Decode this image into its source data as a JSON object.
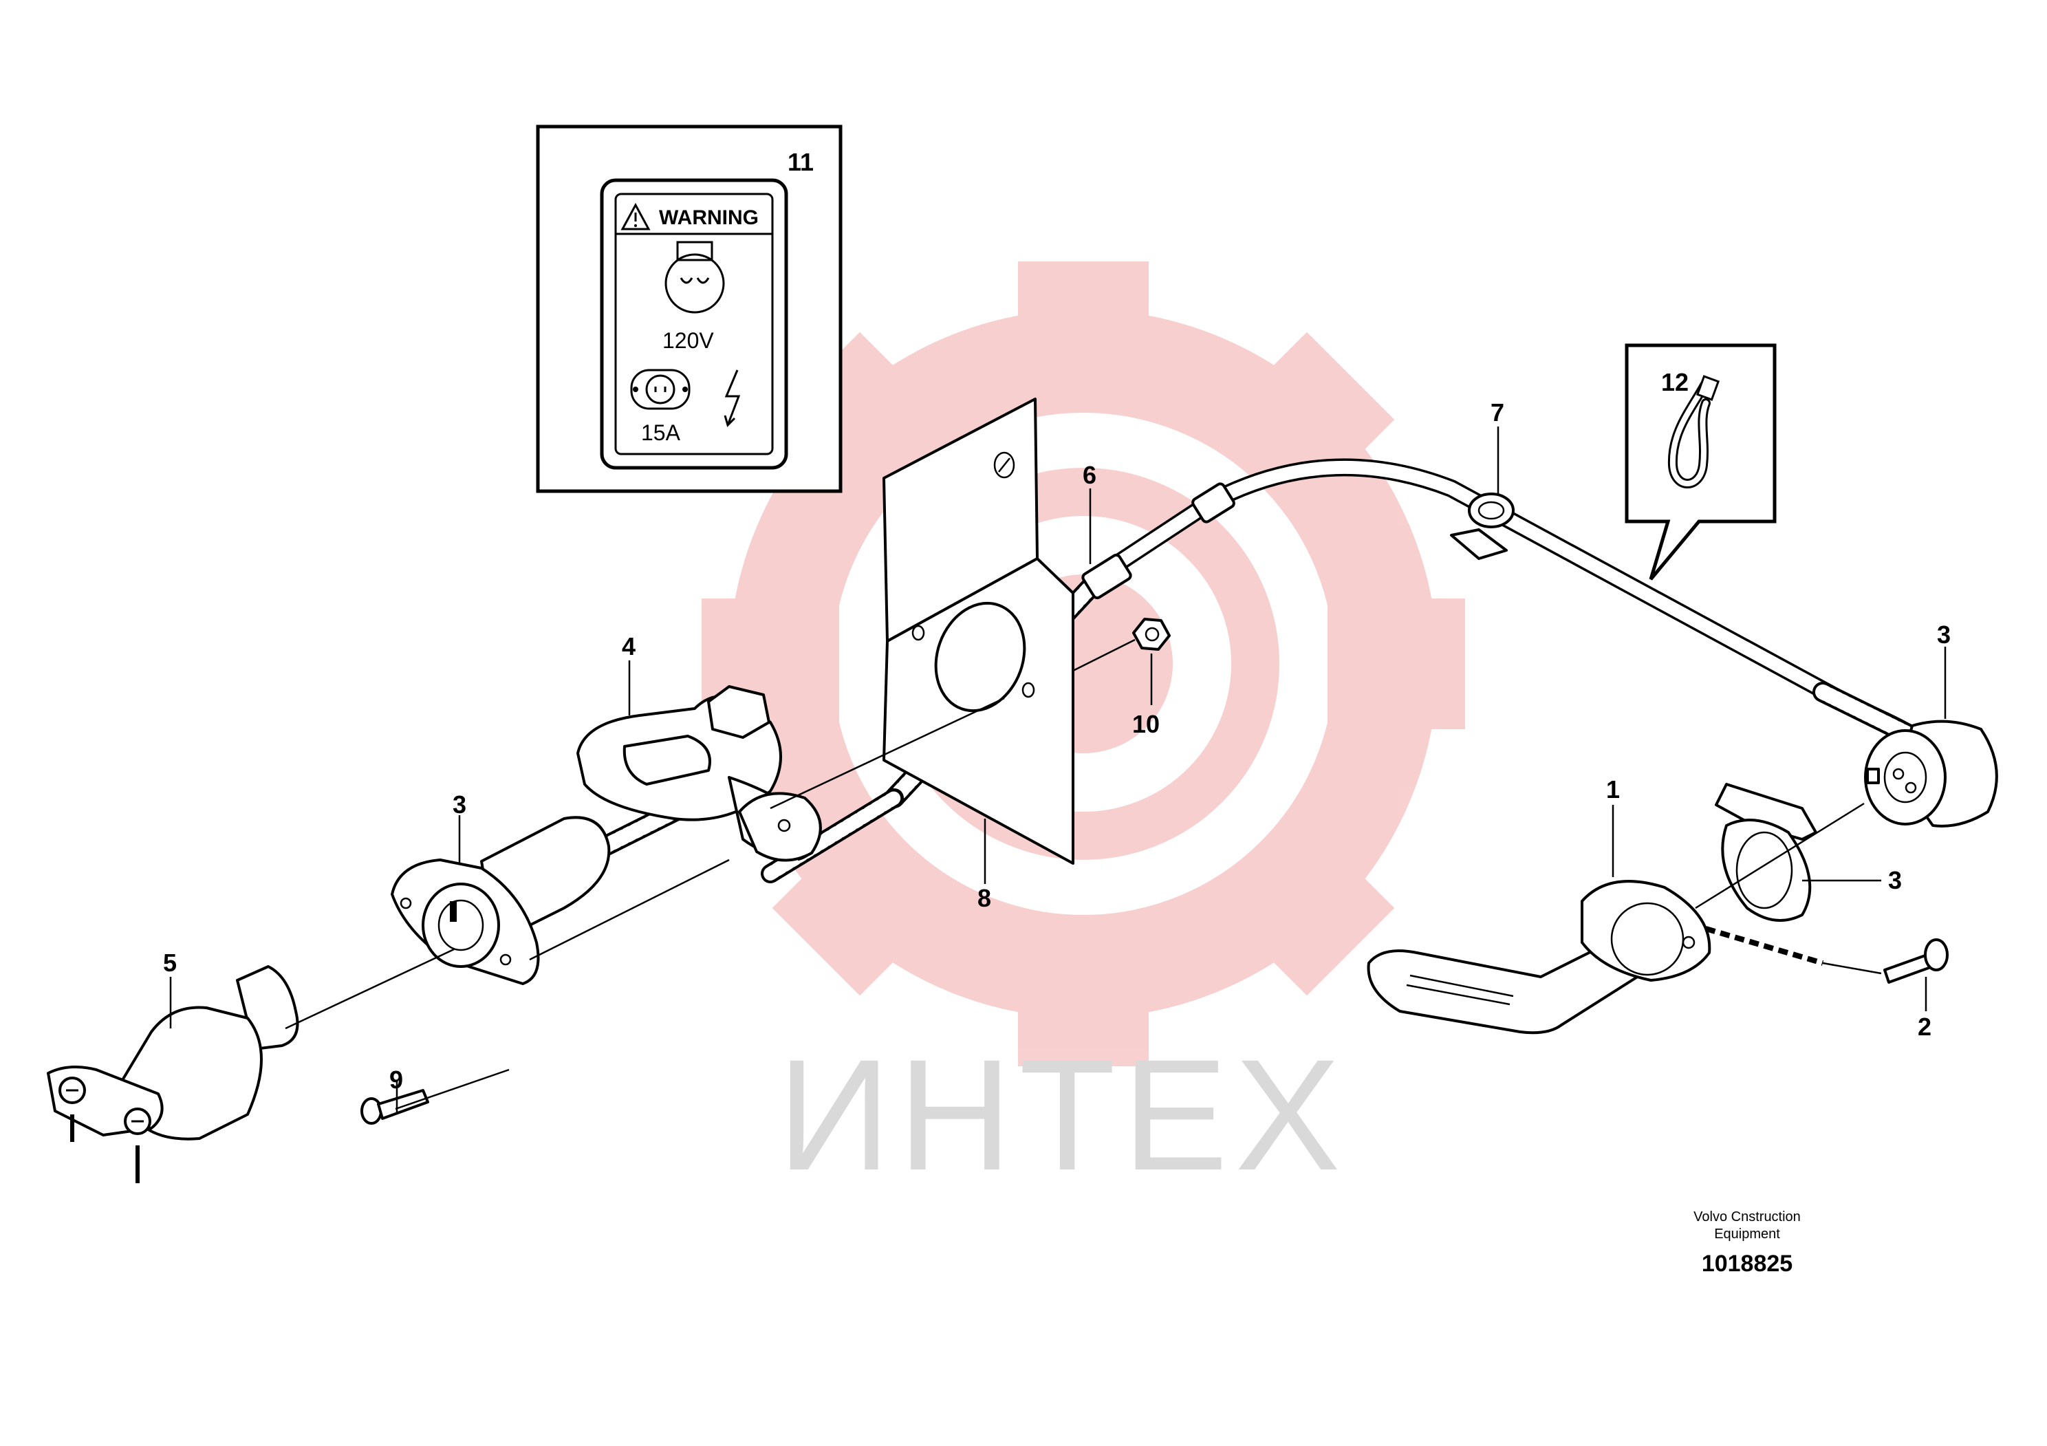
{
  "watermark": {
    "text": "ИНТЕХ",
    "gear_color": "#f4a9a9",
    "text_color": "#d9d9d9"
  },
  "inset_label": {
    "callout": "11",
    "warning_title": "WARNING",
    "voltage": "120V",
    "amperage": "15A",
    "icons": [
      "warning-triangle-icon",
      "plug-outlet-icon",
      "socket-icon",
      "lightning-bolt-icon"
    ]
  },
  "inset_tie": {
    "callout": "12",
    "icons": [
      "cable-tie-icon"
    ]
  },
  "callouts": {
    "c1": "1",
    "c2": "2",
    "c3a": "3",
    "c3b": "3",
    "c3c": "3",
    "c4": "4",
    "c5": "5",
    "c6": "6",
    "c7": "7",
    "c8": "8",
    "c9": "9",
    "c10": "10"
  },
  "footer": {
    "company_line1": "Volvo Cnstruction",
    "company_line2": "Equipment",
    "drawing_number": "1018825"
  }
}
